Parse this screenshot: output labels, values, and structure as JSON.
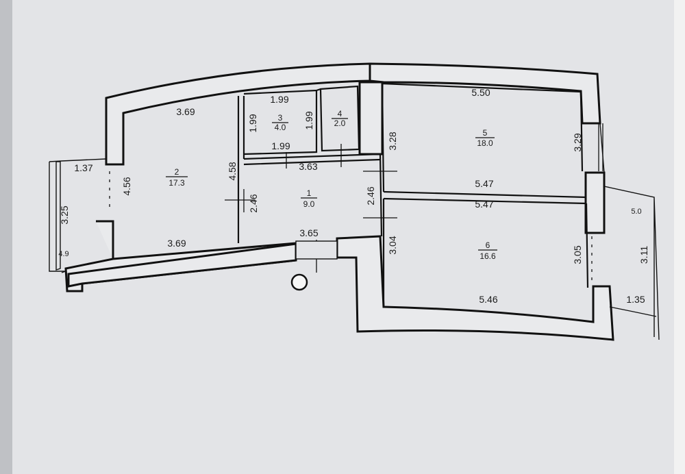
{
  "plan": {
    "rooms": [
      {
        "id": "1",
        "number": "1",
        "area": "9.0"
      },
      {
        "id": "2",
        "number": "2",
        "area": "17.3"
      },
      {
        "id": "3",
        "number": "3",
        "area": "4.0"
      },
      {
        "id": "4",
        "number": "4",
        "area": "2.0"
      },
      {
        "id": "5",
        "number": "5",
        "area": "18.0"
      },
      {
        "id": "6",
        "number": "6",
        "area": "16.6"
      }
    ],
    "dimensions": {
      "r2_top": "3.69",
      "r2_bottom": "3.69",
      "r2_left": "4.56",
      "r2_right": "4.58",
      "r3_top": "1.99",
      "r3_bottom": "1.99",
      "r3_left": "1.99",
      "r3_right": "1.99",
      "r1_top": "3.63",
      "r1_bottom": "3.65",
      "r1_left": "2.46",
      "r1_right": "2.46",
      "r5_top": "5.50",
      "r5_bottom": "5.47",
      "r5_left": "3.28",
      "r5_right": "3.29",
      "r6_top": "5.47",
      "r6_bottom": "5.46",
      "r6_left": "3.04",
      "r6_right": "3.05",
      "balcony_left_top": "1.37",
      "balcony_left_side": "3.25",
      "balcony_left_area": "4.9",
      "balcony_right_area": "5.0",
      "balcony_right_side": "3.11",
      "balcony_right_bottom": "1.35"
    }
  }
}
